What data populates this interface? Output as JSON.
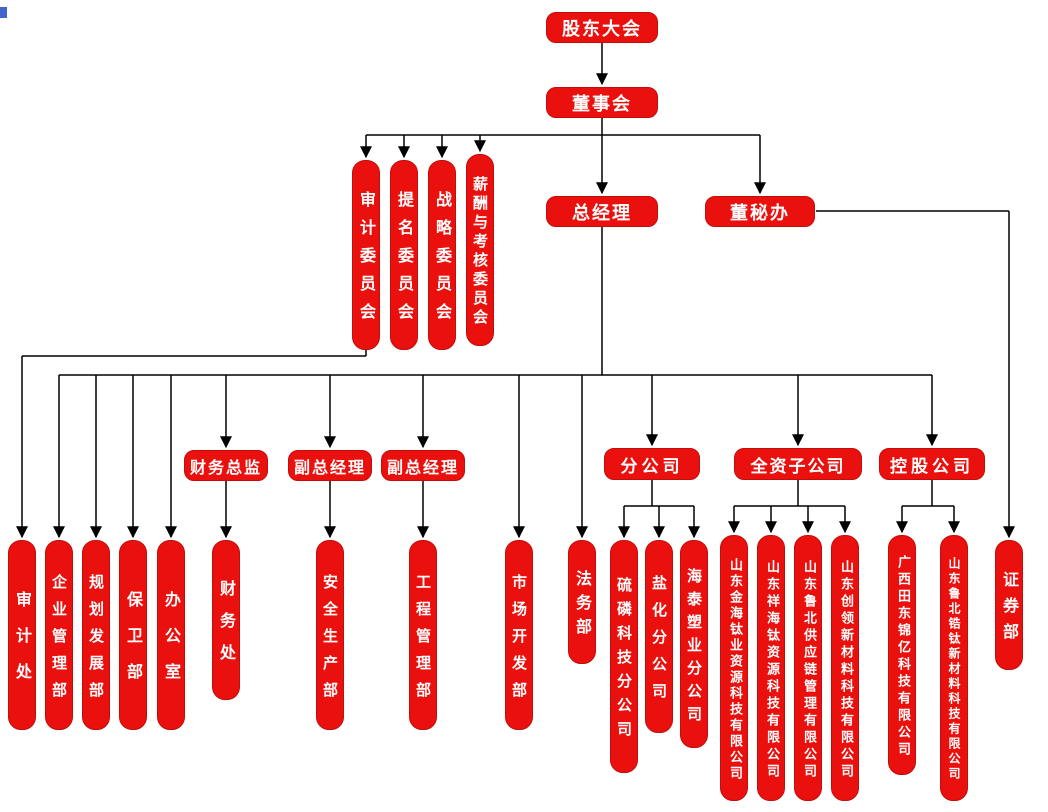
{
  "diagram_type": "org-chart",
  "colors": {
    "node_fill": "#ea100d",
    "node_text": "#ffffff",
    "line": "#000000"
  },
  "nodes": {
    "shareholders_meeting": "股东大会",
    "board_of_directors": "董事会",
    "audit_committee": "审计委员会",
    "nomination_committee": "提名委员会",
    "strategy_committee": "战略委员会",
    "remuneration_committee": "薪酬与考核委员会",
    "general_manager": "总经理",
    "board_secretary_office": "董秘办",
    "cfo": "财务总监",
    "deputy_gm_1": "副总经理",
    "deputy_gm_2": "副总经理",
    "branch_companies": "分公司",
    "wholly_owned_subsidiaries": "全资子公司",
    "holding_companies": "控股公司",
    "audit_office": "审计处",
    "enterprise_management_dept": "企业管理部",
    "planning_development_dept": "规划发展部",
    "security_dept": "保卫部",
    "general_office": "办公室",
    "finance_office": "财务处",
    "safety_production_dept": "安全生产部",
    "engineering_management_dept": "工程管理部",
    "market_development_dept": "市场开发部",
    "legal_dept": "法务部",
    "sulfur_phosphorus_branch": "硫磷科技分公司",
    "salt_chemical_branch": "盐化分公司",
    "haitai_plastics_branch": "海泰塑业分公司",
    "jinhai_titanium_co": "山东金海钛业资源科技有限公司",
    "xianghai_titanium_co": "山东祥海钛资源科技有限公司",
    "lubei_supply_chain_co": "山东鲁北供应链管理有限公司",
    "chuangling_materials_co": "山东创领新材料科技有限公司",
    "guangxi_jinyi_co": "广西田东锦亿科技有限公司",
    "lubei_zirconium_titanium_co": "山东鲁北锆钛新材料科技有限公司",
    "securities_dept": "证券部"
  },
  "edges": [
    [
      "shareholders_meeting",
      "board_of_directors"
    ],
    [
      "board_of_directors",
      "audit_committee"
    ],
    [
      "board_of_directors",
      "nomination_committee"
    ],
    [
      "board_of_directors",
      "strategy_committee"
    ],
    [
      "board_of_directors",
      "remuneration_committee"
    ],
    [
      "board_of_directors",
      "general_manager"
    ],
    [
      "board_of_directors",
      "board_secretary_office"
    ],
    [
      "board_secretary_office",
      "securities_dept"
    ],
    [
      "audit_committee",
      "audit_office"
    ],
    [
      "general_manager",
      "enterprise_management_dept"
    ],
    [
      "general_manager",
      "planning_development_dept"
    ],
    [
      "general_manager",
      "security_dept"
    ],
    [
      "general_manager",
      "general_office"
    ],
    [
      "general_manager",
      "cfo"
    ],
    [
      "general_manager",
      "deputy_gm_1"
    ],
    [
      "general_manager",
      "deputy_gm_2"
    ],
    [
      "general_manager",
      "market_development_dept"
    ],
    [
      "general_manager",
      "legal_dept"
    ],
    [
      "general_manager",
      "branch_companies"
    ],
    [
      "general_manager",
      "wholly_owned_subsidiaries"
    ],
    [
      "general_manager",
      "holding_companies"
    ],
    [
      "cfo",
      "finance_office"
    ],
    [
      "deputy_gm_1",
      "safety_production_dept"
    ],
    [
      "deputy_gm_2",
      "engineering_management_dept"
    ],
    [
      "branch_companies",
      "sulfur_phosphorus_branch"
    ],
    [
      "branch_companies",
      "salt_chemical_branch"
    ],
    [
      "branch_companies",
      "haitai_plastics_branch"
    ],
    [
      "wholly_owned_subsidiaries",
      "jinhai_titanium_co"
    ],
    [
      "wholly_owned_subsidiaries",
      "xianghai_titanium_co"
    ],
    [
      "wholly_owned_subsidiaries",
      "lubei_supply_chain_co"
    ],
    [
      "wholly_owned_subsidiaries",
      "chuangling_materials_co"
    ],
    [
      "holding_companies",
      "guangxi_jinyi_co"
    ],
    [
      "holding_companies",
      "lubei_zirconium_titanium_co"
    ]
  ]
}
